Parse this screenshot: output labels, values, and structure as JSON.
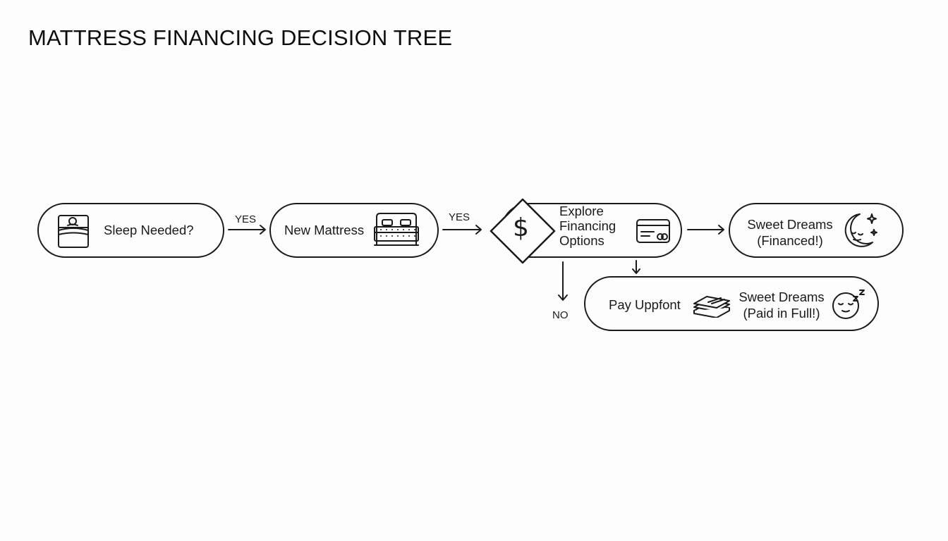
{
  "title": "MATTRESS FINANCING DECISION TREE",
  "nodes": {
    "sleep": {
      "label": "Sleep Needed?",
      "icon": "person-in-bed-icon"
    },
    "mattress": {
      "label": "New Mattress",
      "icon": "bed-icon"
    },
    "decision": {
      "icon": "dollar-sign-icon",
      "label_lines": [
        "Explore",
        "Financing",
        "Options"
      ],
      "icon_right": "credit-card-icon"
    },
    "financed": {
      "label_lines": [
        "Sweet Dreams",
        "(Financed!)"
      ],
      "icon": "crescent-moon-stars-icon"
    },
    "upfront": {
      "label": "Pay Uppfont",
      "icon": "cash-stack-icon",
      "result_lines": [
        "Sweet Dreams",
        "(Paid in Full!)"
      ],
      "result_icon": "sleeping-face-icon"
    }
  },
  "edges": {
    "sleep_to_mattress": "YES",
    "mattress_to_decision": "YES",
    "decision_no": "NO"
  }
}
